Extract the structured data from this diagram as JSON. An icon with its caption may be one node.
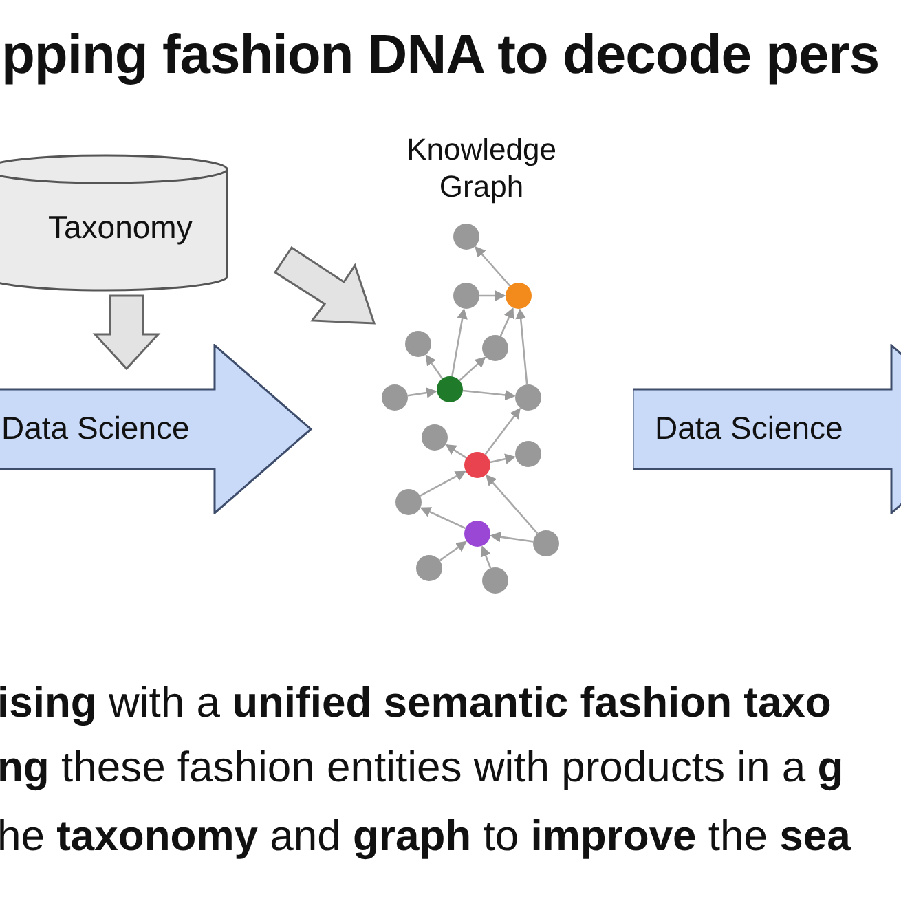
{
  "diagram": {
    "title": "pping fashion DNA to decode pers",
    "nodes": [
      {
        "text": [
          "Taxonomy"
        ]
      },
      {
        "text": [
          "Data Science"
        ]
      },
      {
        "text": [
          "Knowledge Graph"
        ]
      },
      {
        "text": [
          "Data Science"
        ]
      }
    ],
    "edges": [
      {
        "from": 0,
        "to": 1,
        "arrow": "to"
      },
      {
        "from": 0,
        "to": 2,
        "arrow": "to"
      }
    ],
    "labels": [
      "**ising** with a **unified semantic fashion taxo**",
      "**ng** these fashion entities with products in a **g**",
      "he **taxonomy** and **graph** to **improve** the **sea**"
    ]
  }
}
